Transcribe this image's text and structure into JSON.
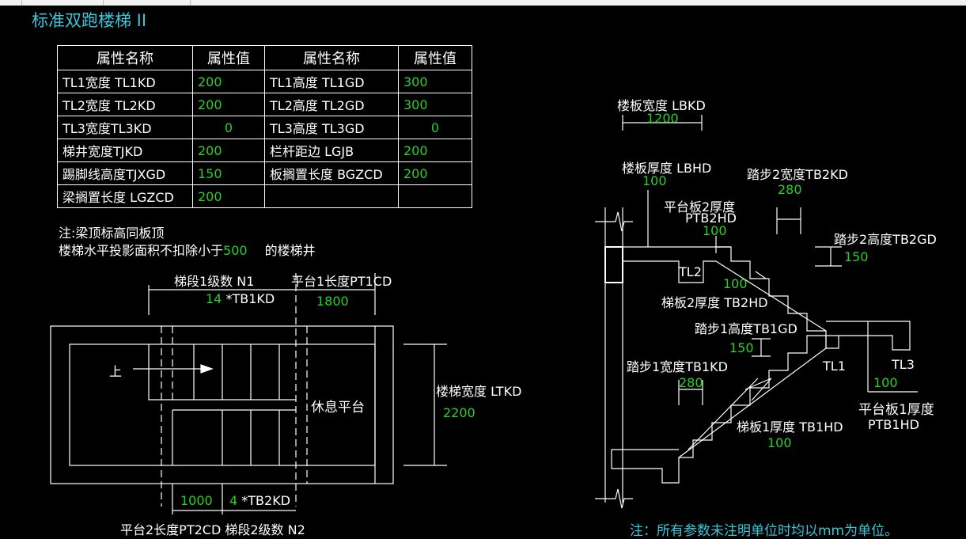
{
  "title": "标准双跑楼梯 II",
  "table": {
    "headers": [
      "属性名称",
      "属性值",
      "属性名称",
      "属性值"
    ],
    "rows": [
      {
        "n1": "TL1宽度 TL1KD",
        "v1": "200",
        "n2": "TL1高度 TL1GD",
        "v2": "300"
      },
      {
        "n1": "TL2宽度 TL2KD",
        "v1": "200",
        "n2": "TL2高度 TL2GD",
        "v2": "300"
      },
      {
        "n1": "TL3宽度TL3KD",
        "v1": "0",
        "n2": "TL3高度 TL3GD",
        "v2": "0"
      },
      {
        "n1": "梯井宽度TJKD",
        "v1": "200",
        "n2": "栏杆距边 LGJB",
        "v2": "200"
      },
      {
        "n1": "踢脚线高度TJXGD",
        "v1": "150",
        "n2": "板搁置长度 BGZCD",
        "v2": "200"
      },
      {
        "n1": "梁搁置长度 LGZCD",
        "v1": "200",
        "n2": "",
        "v2": ""
      }
    ]
  },
  "notes": {
    "note1": "注:梁顶标高同板顶",
    "note2_prefix": "楼梯水平投影面积不扣除小于",
    "note2_value": "500",
    "note2_suffix": "的楼梯井",
    "footer": "注：所有参数未注明单位时均以mm为单位。"
  },
  "plan": {
    "n1_label": "梯段1级数 N1",
    "n1_value": "14",
    "n1_unit": "*TB1KD",
    "pt1_label": "平台1长度PT1CD",
    "pt1_value": "1800",
    "up_label": "上",
    "rest_label": "休息平台",
    "width_label": "楼梯宽度 LTKD",
    "width_value": "2200",
    "pt2_value": "1000",
    "n2_value": "4",
    "n2_unit": "*TB2KD",
    "bottom_label": "平台2长度PT2CD 梯段2级数 N2"
  },
  "section": {
    "lbkd_label": "楼板宽度 LBKD",
    "lbkd_value": "1200",
    "lbhd_label": "楼板厚度 LBHD",
    "lbhd_value": "100",
    "tb2kd_label": "踏步2宽度TB2KD",
    "tb2kd_value": "280",
    "ptb2_label1": "平台板2厚度",
    "ptb2_label2": "PTB2HD",
    "ptb2_value": "100",
    "tb2gd_label": "踏步2高度TB2GD",
    "tb2gd_value": "150",
    "tl2_label": "TL2",
    "tb2hd_value": "100",
    "tb2hd_label": "梯板2厚度 TB2HD",
    "tb1gd_label": "踏步1高度TB1GD",
    "tb1gd_value": "150",
    "tb1kd_label": "踏步1宽度TB1KD",
    "tb1kd_value": "280",
    "tl1_label": "TL1",
    "tl3_label": "TL3",
    "ptb1_value": "100",
    "ptb1_label1": "平台板1厚度",
    "ptb1_label2": "PTB1HD",
    "tb1hd_label": "梯板1厚度 TB1HD",
    "tb1hd_value": "100"
  },
  "colors": {
    "green": "#2ad02a",
    "cyan": "#38c6d9",
    "line": "#ffffff"
  }
}
